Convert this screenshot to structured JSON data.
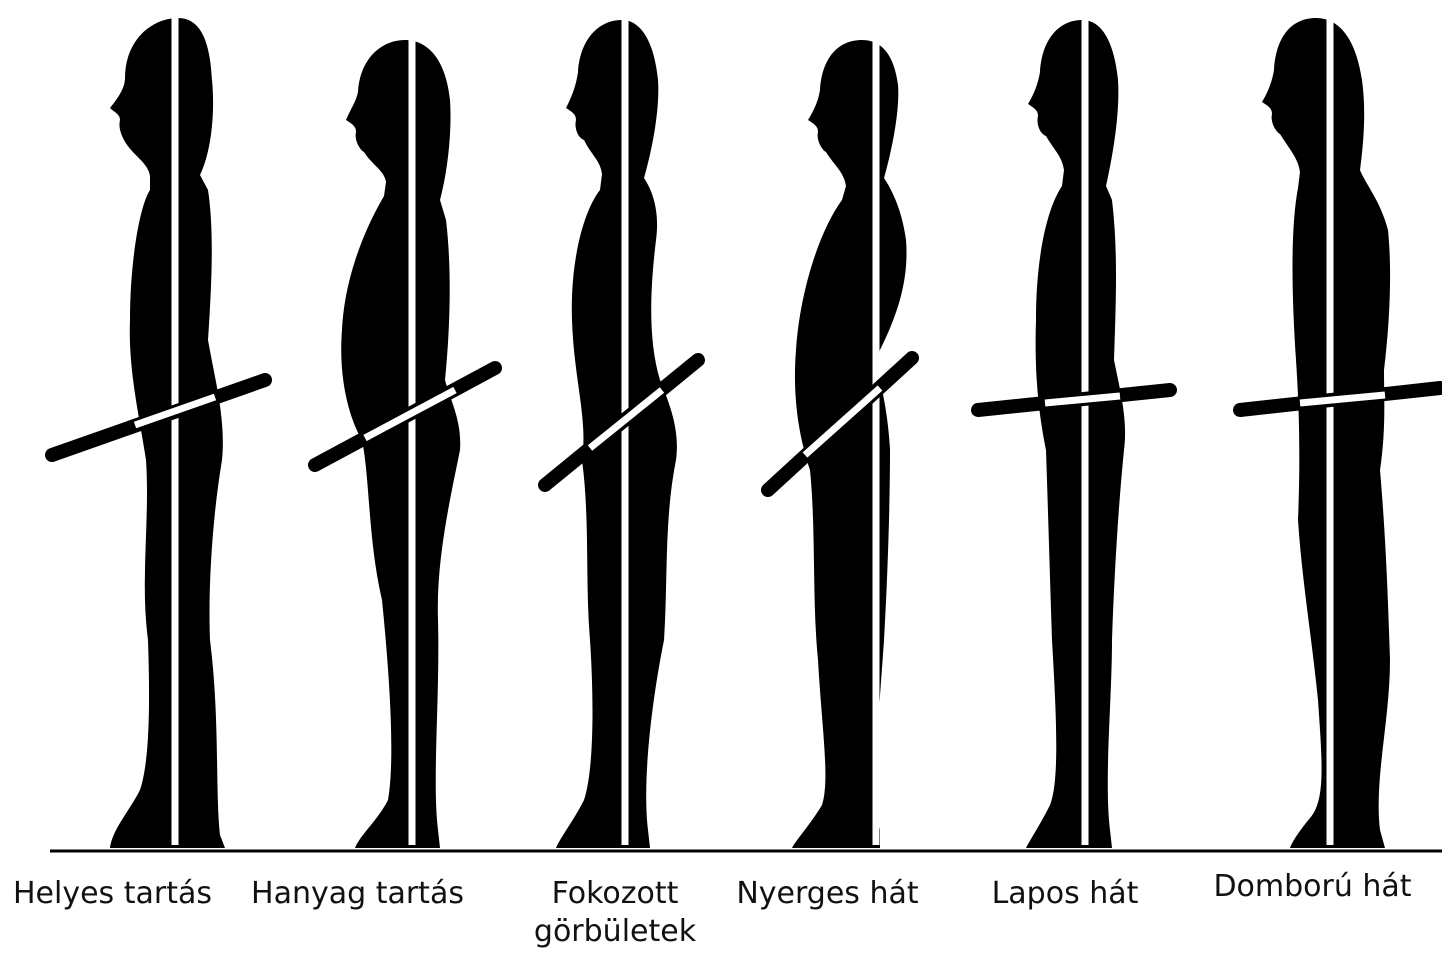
{
  "figures": [
    {
      "label": "Helyes tartás"
    },
    {
      "label": "Hanyag tartás"
    },
    {
      "label": "Fokozott görbületek"
    },
    {
      "label": "Nyerges hát"
    },
    {
      "label": "Lapos hát"
    },
    {
      "label": "Domború hát"
    }
  ],
  "colors": {
    "silhouette": "#000000",
    "background": "#ffffff",
    "guide_line": "#ffffff",
    "text": "#111111"
  }
}
